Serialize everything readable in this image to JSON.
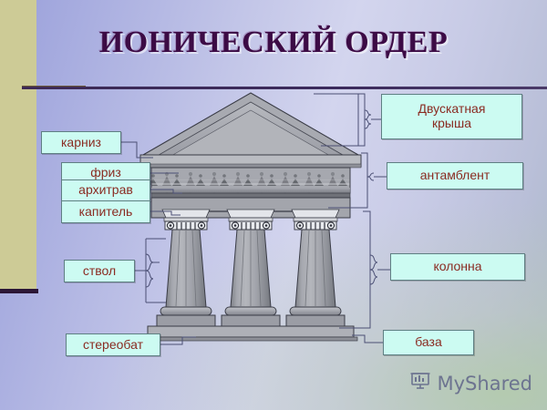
{
  "slide": {
    "title": "ИОНИЧЕСКИЙ ОРДЕР",
    "background_colors": {
      "gradient_start": "#9aa0da",
      "gradient_mid": "#d3d5ee",
      "gradient_end": "#aab7c6",
      "left_band": "#cdcb96",
      "rule": "#3d2a55"
    }
  },
  "labels": {
    "left": [
      {
        "id": "karniz",
        "text": "карниз"
      },
      {
        "id": "friz",
        "text": "фриз"
      },
      {
        "id": "arkhitrav",
        "text": "архитрав"
      },
      {
        "id": "kapitel",
        "text": "капитель"
      },
      {
        "id": "stvol",
        "text": "ствол"
      },
      {
        "id": "stereobat",
        "text": "стереобат"
      }
    ],
    "right": [
      {
        "id": "roof",
        "line1": "Двускатная",
        "line2": "крыша"
      },
      {
        "id": "antamblent",
        "text": "антамблент"
      },
      {
        "id": "kolonna",
        "text": "колонна"
      },
      {
        "id": "baza",
        "text": "база"
      }
    ],
    "style": {
      "fill": "#ccfbf2",
      "border": "#5f7f83",
      "text_color": "#8a2b22"
    }
  },
  "diagram": {
    "name": "ionic-order-temple",
    "parts": [
      "pediment",
      "cornice",
      "frieze",
      "architrave",
      "ionic-capital",
      "column-shaft",
      "column-base",
      "stereobate"
    ],
    "stone_colors": {
      "light": "#d9dbe0",
      "mid": "#9a9ca4",
      "dark": "#76787f",
      "outline": "#3a3c46"
    },
    "column_count": 3
  },
  "watermark": {
    "text": "MyShared",
    "icon": "presentation-board-icon",
    "color": "#6d7490"
  }
}
